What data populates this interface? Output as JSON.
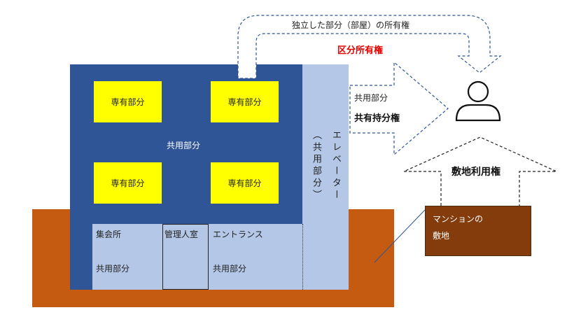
{
  "units": [
    "専有部分",
    "専有部分",
    "専有部分",
    "専有部分"
  ],
  "building_common": "共用部分",
  "shukaisho": "集会所",
  "shukaisho_common": "共用部分",
  "kanrinin": "管理人室",
  "entrance": "エントランス",
  "entrance_common": "共用部分",
  "elevator": "エレベーター",
  "elevator_common": "（共用部分）",
  "ownership_caption": "独立した部分（部屋）の所有権",
  "ownership_title": "区分所有権",
  "co_label": "共用部分",
  "co_title": "共有持分権",
  "land_right": "敷地利用権",
  "site_line1": "マンションの",
  "site_line2": "敷地",
  "colors": {
    "building": "#2f5597",
    "common_light": "#b4c7e7",
    "private_unit": "#ffff00",
    "ground": "#c55a11",
    "site_box": "#843c0c",
    "ownership_title": "#e60000",
    "arrow_outline": "#2f5597"
  },
  "icons": [
    "person-icon"
  ]
}
